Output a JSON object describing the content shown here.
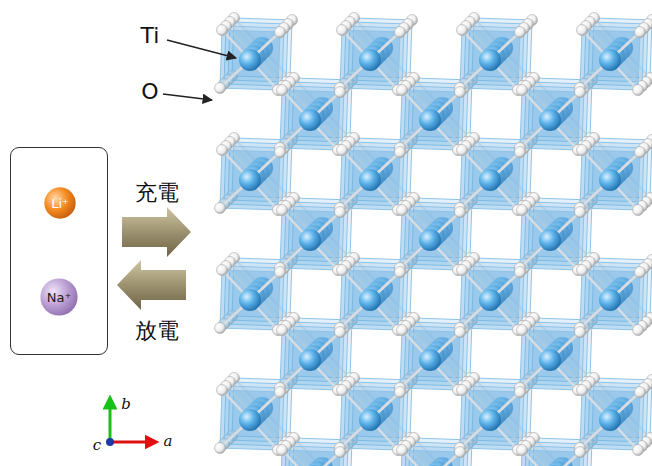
{
  "diagram": {
    "nodes": [
      {
        "text": []
      },
      {
        "text": [
          "Li⁺"
        ],
        "in": 0
      },
      {
        "text": [
          "Na⁺"
        ],
        "in": 0
      }
    ],
    "labels": [
      "Ti",
      "O",
      "充電",
      "放電",
      "b",
      "a",
      "c"
    ]
  }
}
